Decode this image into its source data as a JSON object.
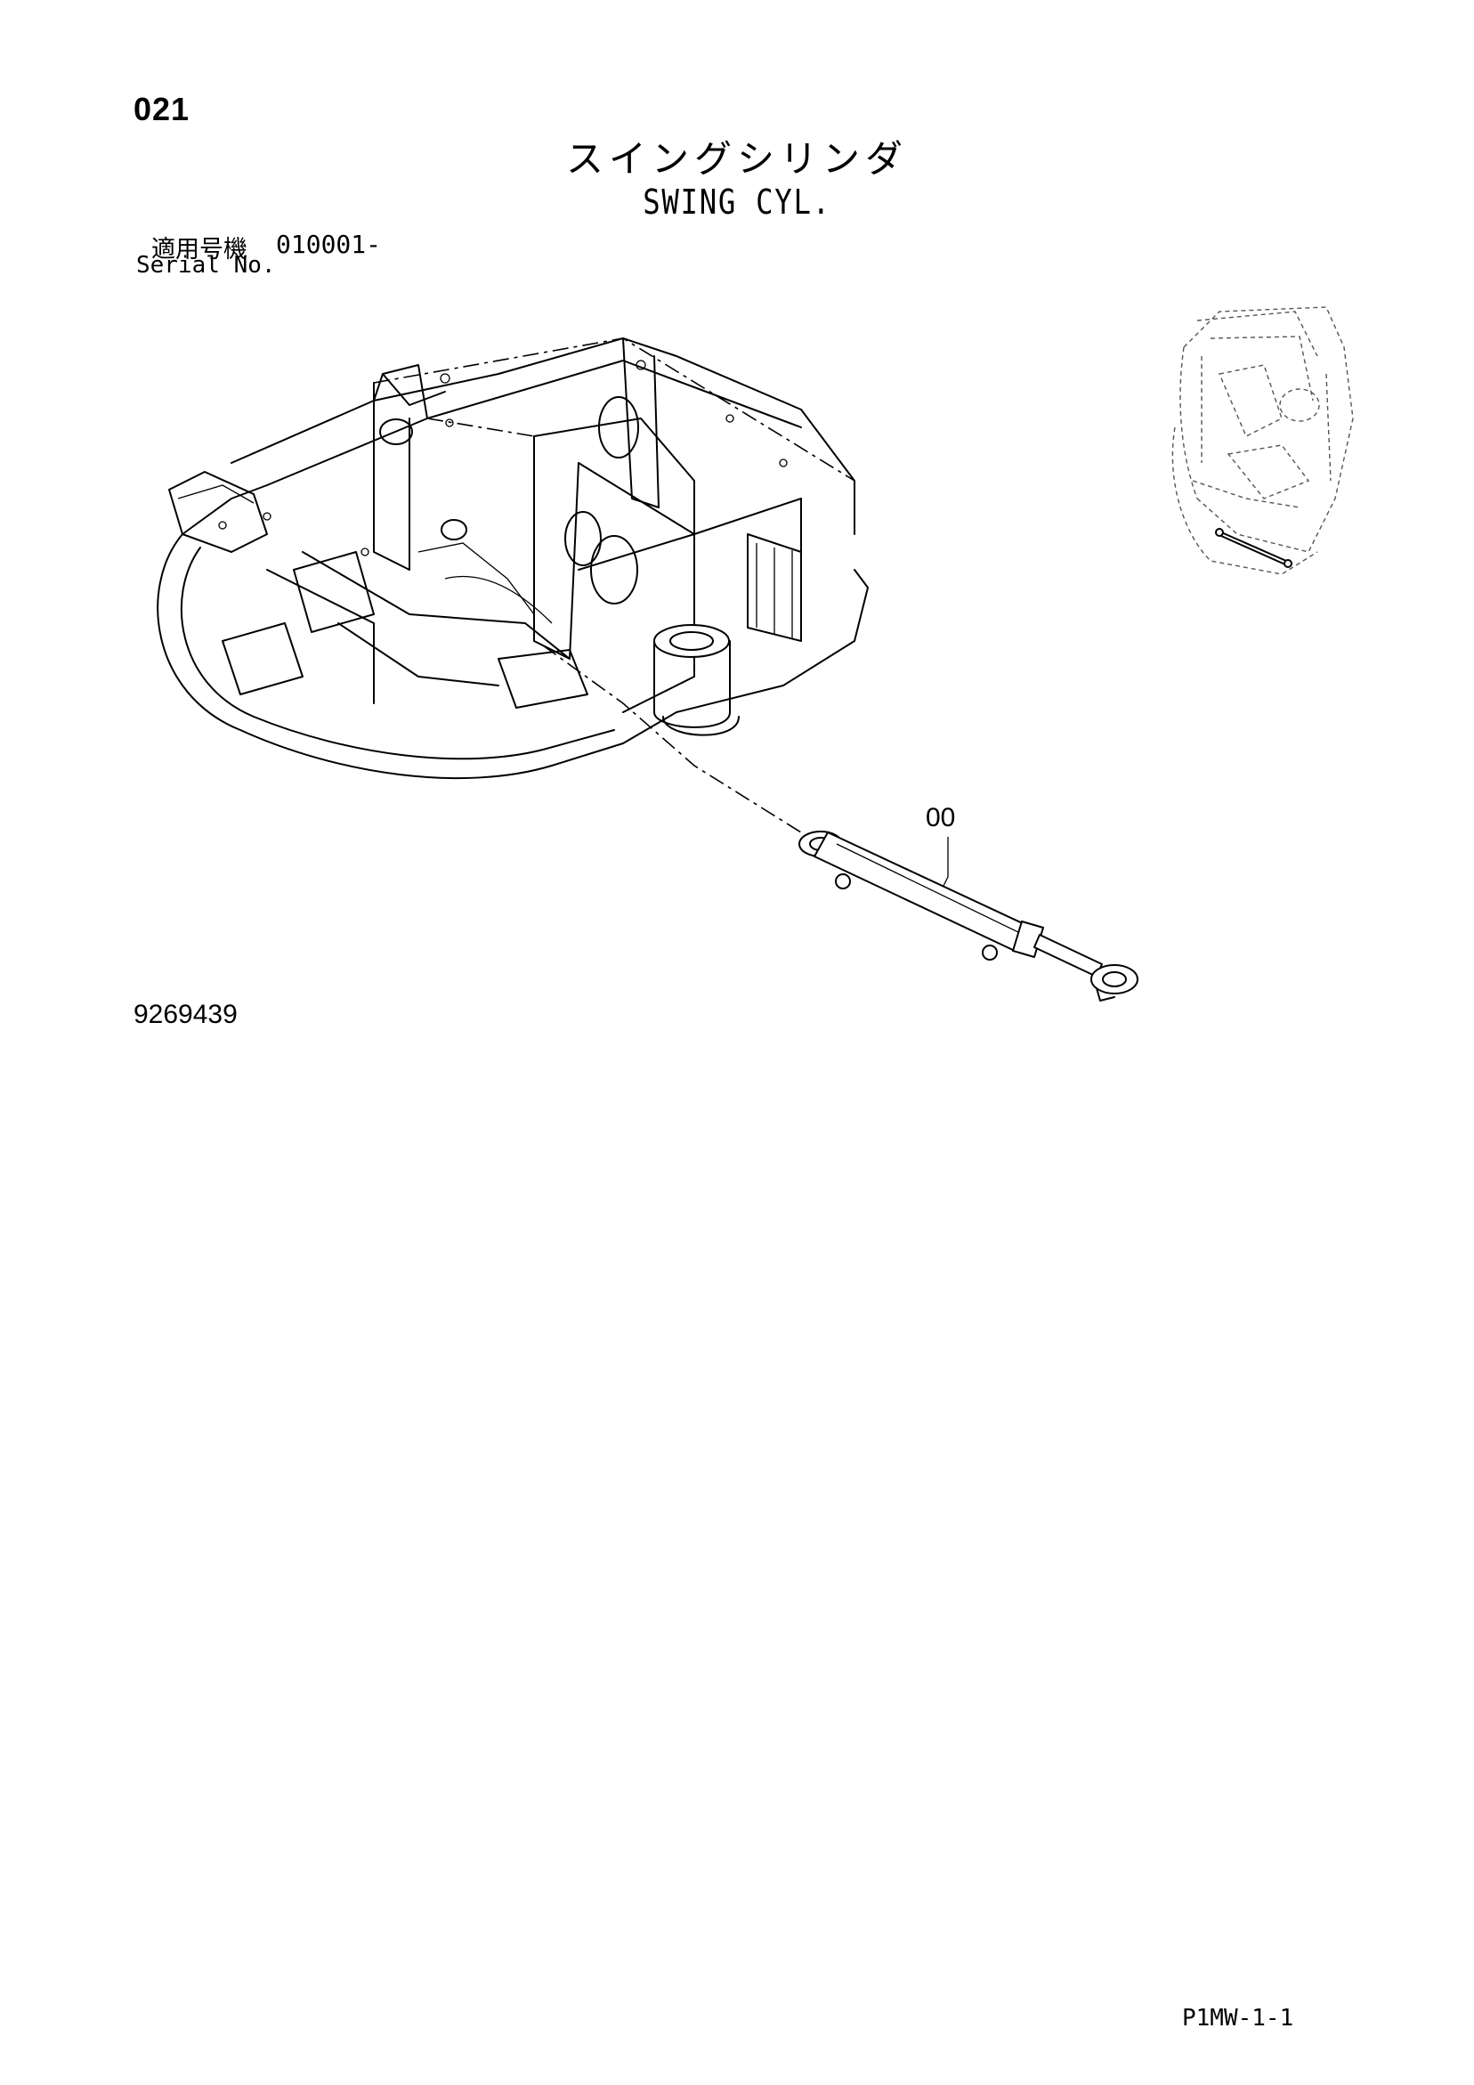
{
  "header": {
    "page_number": "021",
    "title_ja": "スイングシリンダ",
    "title_en": "SWING CYL."
  },
  "applicability": {
    "label_ja": "適用号機",
    "serial_from": "010001-",
    "label_en": "Serial No."
  },
  "illustration": {
    "callout": "00",
    "drawing_number": "9269439"
  },
  "footer": {
    "code": "P1MW-1-1"
  }
}
